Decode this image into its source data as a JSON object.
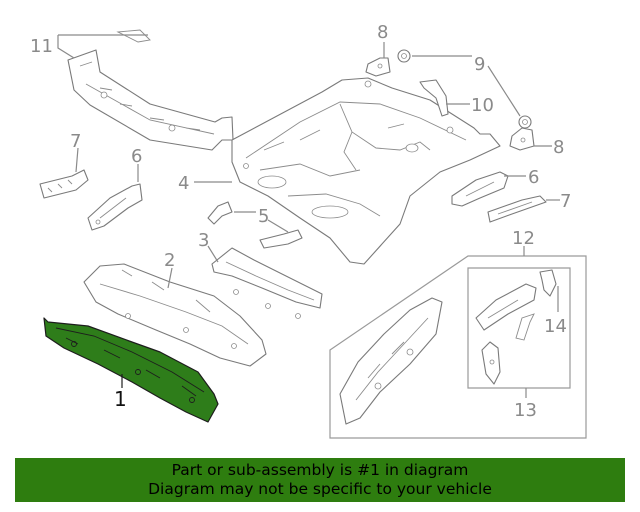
{
  "callouts": {
    "c1": "1",
    "c2": "2",
    "c3": "3",
    "c4": "4",
    "c5": "5",
    "c6a": "6",
    "c6b": "6",
    "c7a": "7",
    "c7b": "7",
    "c8a": "8",
    "c8b": "8",
    "c9": "9",
    "c10": "10",
    "c11": "11",
    "c12": "12",
    "c13": "13",
    "c14": "14"
  },
  "banner": {
    "line1": "Part or sub-assembly is #1 in diagram",
    "line2": "Diagram may not be specific to your vehicle"
  },
  "colors": {
    "highlight_part": "#2e7d1a",
    "banner_background": "#2e7d0f",
    "line_art": "#7a7a7a",
    "callout_text": "#8a8a8a"
  }
}
